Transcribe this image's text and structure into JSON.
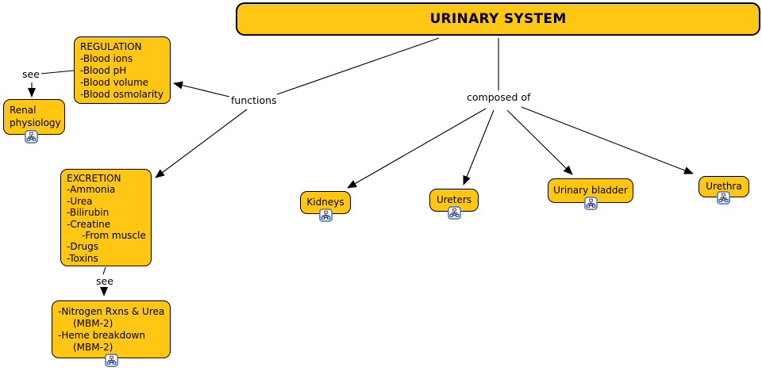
{
  "nodes": {
    "urinary_system": {
      "label": "URINARY SYSTEM"
    },
    "regulation": {
      "title": "REGULATION",
      "items": [
        "-Blood ions",
        "-Blood pH",
        "-Blood volume",
        "-Blood osmolarity"
      ]
    },
    "renal_physiology": {
      "label": "Renal physiology"
    },
    "excretion": {
      "title": "EXCRETION",
      "items": [
        "-Ammonia",
        "-Urea",
        "-Bilirubin",
        "-Creatine",
        "-From muscle",
        "-Drugs",
        "-Toxins"
      ]
    },
    "kidneys": {
      "label": "Kidneys"
    },
    "ureters": {
      "label": "Ureters"
    },
    "urinary_bladder": {
      "label": "Urinary bladder"
    },
    "urethra": {
      "label": "Urethra"
    },
    "mbm_notes": {
      "lines": [
        "-Nitrogen Rxns & Urea",
        "(MBM-2)",
        "-Heme breakdown",
        "(MBM-2)"
      ]
    }
  },
  "linking_phrases": {
    "see_top": "see",
    "functions": "functions",
    "composed_of": "composed of",
    "see_bottom": "see"
  },
  "icons": {
    "resource_icon": "concept-map-resource-icon"
  },
  "colors": {
    "node-fill": "#FFC613",
    "node-border": "#000000",
    "node-text": "#000000",
    "canvas-bg": "#FFFFFF",
    "connector": "#000000",
    "icon-border": "#4A7CC9",
    "icon-blue": "#24357F",
    "icon-red": "#A03033"
  }
}
